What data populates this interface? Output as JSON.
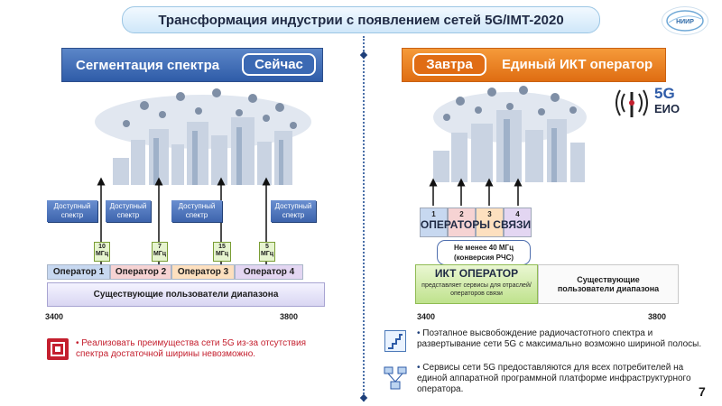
{
  "title": "Трансформация индустрии  с появлением сетей 5G/IMT-2020",
  "logo_text": "НИИР",
  "left": {
    "band_label": "Сегментация спектра",
    "now_label": "Сейчас",
    "tags": [
      "Доступный спектр",
      "Доступный спектр",
      "Доступный спектр",
      "Доступный спектр"
    ],
    "mhz": [
      {
        "value": "10",
        "unit": "МГц"
      },
      {
        "value": "7",
        "unit": "МГц"
      },
      {
        "value": "15",
        "unit": "МГц"
      },
      {
        "value": "5",
        "unit": "МГц"
      }
    ],
    "operators": [
      "Оператор 1",
      "Оператор 2",
      "Оператор 3",
      "Оператор 4"
    ],
    "users_label": "Существующие пользователи диапазона",
    "freq_start": "3400",
    "freq_end": "3800",
    "bullet": "Реализовать преимущества сети 5G из-за отсутствия спектра достаточной ширины невозможно."
  },
  "right": {
    "tomorrow_label": "Завтра",
    "band_label": "Единый ИКТ оператор",
    "badge_5g": "5G",
    "badge_eio": "ЕИО",
    "numbers": [
      "1",
      "2",
      "3",
      "4"
    ],
    "operators_label": "ОПЕРАТОРЫ СВЯЗИ",
    "callout_line1": "Не менее 40 МГц",
    "callout_line2": "(конверсия РЧС)",
    "ikt_title": "ИКТ ОПЕРАТОР",
    "ikt_sub": "представляет сервисы для отраслей/операторов связи",
    "users_label": "Существующие пользователи диапазона",
    "freq_start": "3400",
    "freq_end": "3800",
    "bullets": [
      "Поэтапное высвобождение радиочастотного спектра и развертывание сети 5G с максимально возможно шириной полосы.",
      "Сервисы сети 5G предоставляются для всех потребителей на единой аппаратной программной платформе инфраструктурного оператора."
    ]
  },
  "page_number": "7",
  "colors": {
    "blue_band": "#2f5ca8",
    "orange_band": "#df6d12",
    "op1": "#c7d8f0",
    "op2": "#f6d3d3",
    "op3": "#fde0bf",
    "op4": "#e3d6f2",
    "ikt_green": "#bfe28d"
  }
}
